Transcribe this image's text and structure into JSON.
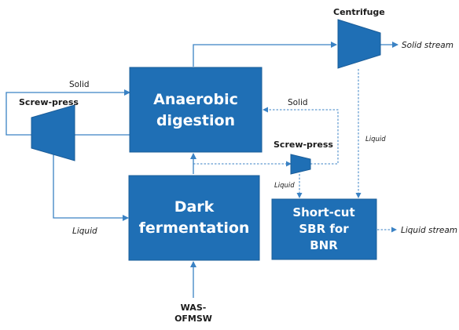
{
  "colors": {
    "unit_fill": "#1f6fb5",
    "unit_stroke": "#1a5c98",
    "flow_line": "#3a82c4",
    "text_dark": "#1a1a1a"
  },
  "units": {
    "anaerobic_digestion": [
      "Anaerobic",
      "digestion"
    ],
    "dark_fermentation": [
      "Dark",
      "fermentation"
    ],
    "short_cut_sbr": [
      "Short-cut",
      "SBR for",
      "BNR"
    ]
  },
  "equipment": {
    "centrifuge": "Centrifuge",
    "screw_press_left": "Screw-press",
    "screw_press_middle": "Screw-press"
  },
  "flows": {
    "solid_stream": "Solid stream",
    "liquid_stream": "Liquid stream",
    "solid_left": "Solid",
    "solid_middle": "Solid",
    "liquid_left": "Liquid",
    "liquid_middle": "Liquid",
    "liquid_centrifuge": "Liquid"
  },
  "feed": [
    "WAS-",
    "OFMSW"
  ]
}
